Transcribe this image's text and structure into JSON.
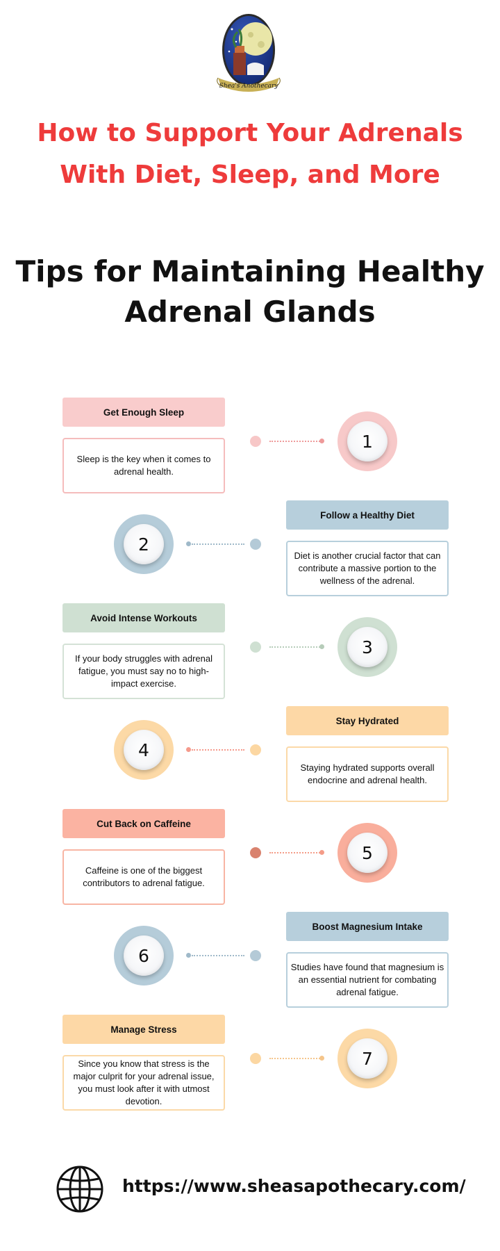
{
  "logo": {
    "text": "Shea's Anothecary",
    "colors": {
      "night": "#1e3e9a",
      "moon": "#e9e6a8",
      "gold": "#c8b056"
    }
  },
  "header": {
    "title_lines": [
      "How to Support Your Adrenals",
      "With Diet, Sleep, and More"
    ],
    "subtitle_lines": [
      "Tips for Maintaining Healthy",
      "Adrenal Glands"
    ],
    "title_color": "#ee3b3b"
  },
  "steps": [
    {
      "number": "1",
      "title": "Get Enough Sleep",
      "text": "Sleep is the key when it comes to adrenal health.",
      "side": "left",
      "colors": {
        "head": "#f9cccc",
        "border": "#f5bcbc",
        "ring": "#f7c9c9",
        "dot": "#f7c7c7",
        "small": "#ee9a9a"
      }
    },
    {
      "number": "2",
      "title": "Follow a Healthy Diet",
      "text": "Diet is another crucial factor that can contribute a massive portion to the wellness of the adrenal.",
      "side": "right",
      "colors": {
        "head": "#b7cfdc",
        "border": "#b7cfdc",
        "ring": "#b5ccd9",
        "dot": "#b4cad7",
        "small": "#9fb9c9"
      }
    },
    {
      "number": "3",
      "title": "Avoid Intense Workouts",
      "text": "If your body struggles with adrenal fatigue, you must say no to high-impact exercise.",
      "side": "left",
      "colors": {
        "head": "#cfe0d2",
        "border": "#d4e2d6",
        "ring": "#cfe0d2",
        "dot": "#cfe0d2",
        "small": "#b6ccb9"
      }
    },
    {
      "number": "4",
      "title": "Stay Hydrated",
      "text": "Staying hydrated supports overall endocrine and adrenal health.",
      "side": "right",
      "colors": {
        "head": "#fdd8a6",
        "border": "#fbd9a8",
        "ring": "#fcd9a6",
        "dot": "#fcd7a2",
        "small": "#f59a8c"
      }
    },
    {
      "number": "5",
      "title": "Cut Back on Caffeine",
      "text": "Caffeine is one of the biggest contributors to adrenal fatigue.",
      "side": "left",
      "colors": {
        "head": "#fbb3a2",
        "border": "#f8b5a4",
        "ring": "#f9ae9c",
        "dot": "#d9826e",
        "small": "#f49c88"
      }
    },
    {
      "number": "6",
      "title": "Boost Magnesium Intake",
      "text": "Studies have found that magnesium is an essential nutrient for combating adrenal fatigue.",
      "side": "right",
      "colors": {
        "head": "#b7cfdc",
        "border": "#b7cfdc",
        "ring": "#b5ccd9",
        "dot": "#b4cad7",
        "small": "#9fb9c9"
      }
    },
    {
      "number": "7",
      "title": "Manage Stress",
      "text": "Since you know that stress is the major culprit for your adrenal issue, you must look after it with utmost devotion.",
      "side": "left",
      "colors": {
        "head": "#fdd8a6",
        "border": "#fbd9a8",
        "ring": "#fcd9a6",
        "dot": "#fcd7a2",
        "small": "#f5c58a"
      }
    }
  ],
  "footer": {
    "url": "https://www.sheasapothecary.com/",
    "icon": "globe-icon"
  }
}
